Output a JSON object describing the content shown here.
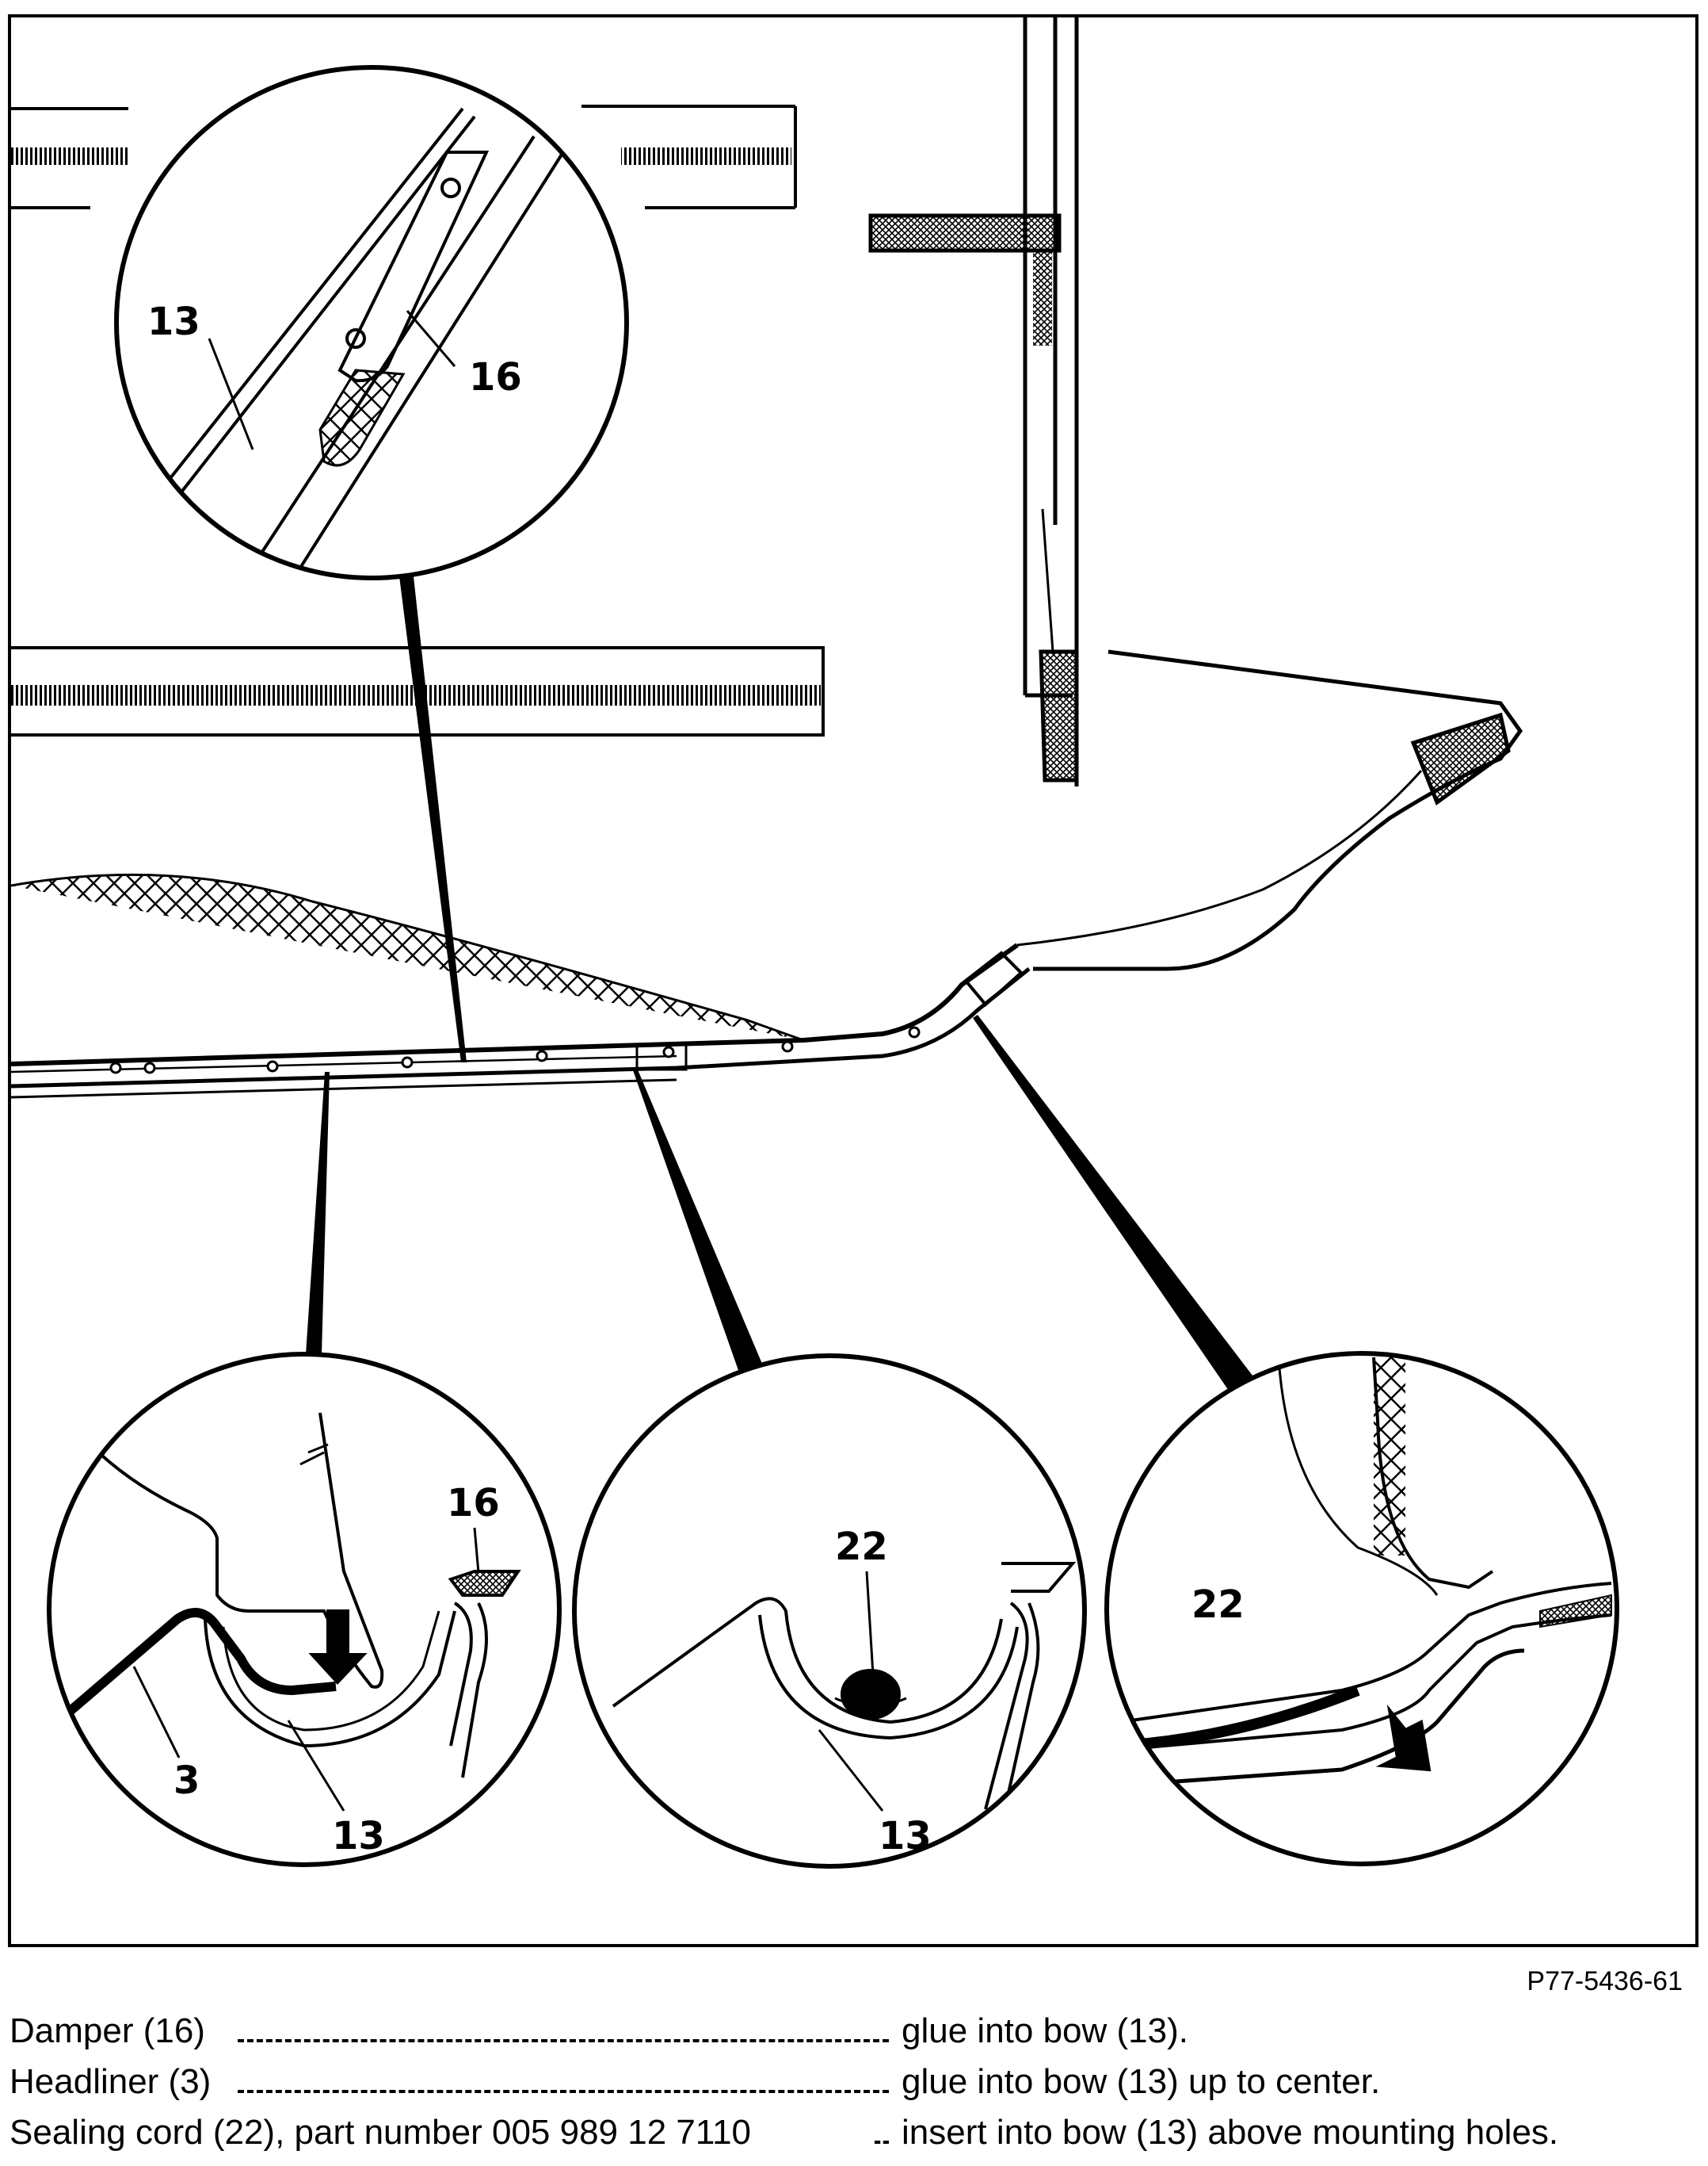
{
  "figure_id": "P77-5436-61",
  "callouts": {
    "top_circle_13": "13",
    "top_circle_16": "16",
    "left_circle_16": "16",
    "left_circle_3": "3",
    "left_circle_13": "13",
    "mid_circle_22": "22",
    "mid_circle_13": "13",
    "right_circle_22": "22"
  },
  "instructions": [
    {
      "part": "Damper (16)",
      "action": "glue into bow (13)."
    },
    {
      "part": "Headliner (3)",
      "action": "glue into bow (13) up to center."
    },
    {
      "part": "Sealing cord (22), part number 005 989 12 7110",
      "action": "insert into bow (13) above mounting holes."
    }
  ]
}
